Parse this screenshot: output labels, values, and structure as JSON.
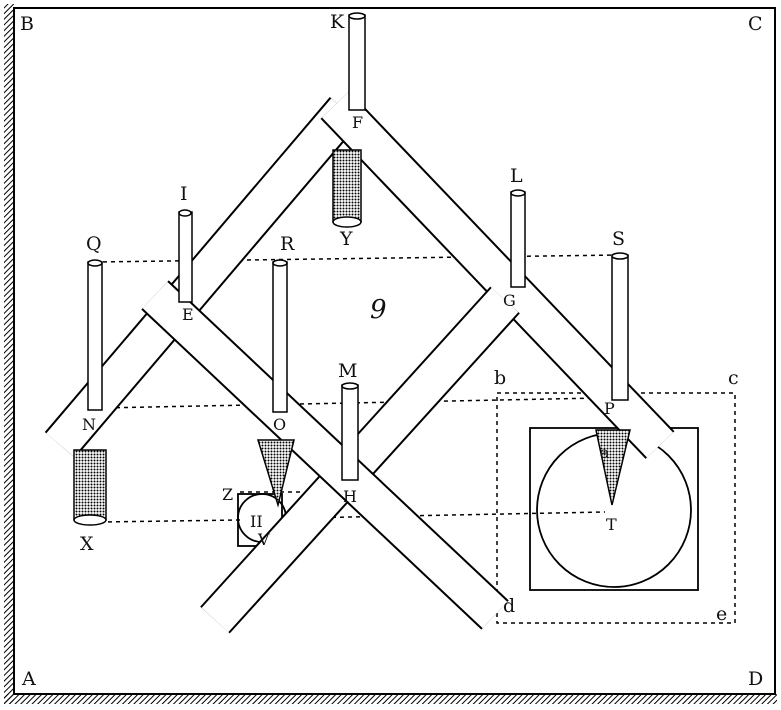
{
  "figure": {
    "corners": {
      "top_left": "B",
      "top_right": "C",
      "bottom_left": "A",
      "bottom_right": "D"
    },
    "pins": {
      "K": "K",
      "F": "F",
      "Y": "Y",
      "I": "I",
      "L": "L",
      "Q": "Q",
      "R": "R",
      "S": "S",
      "E": "E",
      "G": "G",
      "M": "M",
      "N": "N",
      "O": "O",
      "P": "P",
      "H": "H",
      "X": "X",
      "T": "T",
      "a": "a",
      "V": "V",
      "Z": "Z",
      "II": "II"
    },
    "box": {
      "b": "b",
      "c": "c",
      "d": "d",
      "e": "e"
    },
    "center_number": "9"
  }
}
